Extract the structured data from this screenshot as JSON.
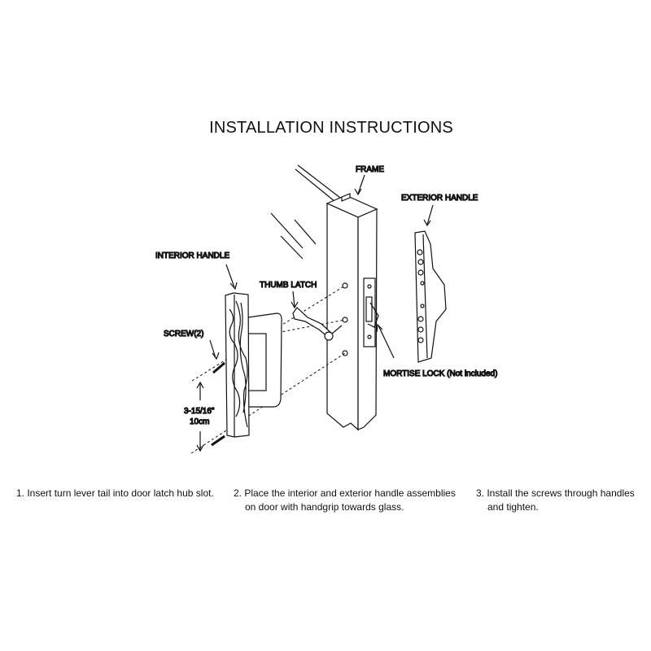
{
  "title": "INSTALLATION INSTRUCTIONS",
  "labels": {
    "frame": "FRAME",
    "exterior_handle": "EXTERIOR HANDLE",
    "interior_handle": "INTERIOR HANDLE",
    "thumb_latch": "THUMB LATCH",
    "screw": "SCREW(2)",
    "dimension_in": "3-15/16\"",
    "dimension_cm": "10cm",
    "mortise_lock": "MORTISE LOCK (Not included)"
  },
  "steps": [
    {
      "line1": "1. Insert turn lever tail into door latch hub slot.",
      "line2": ""
    },
    {
      "line1": "2. Place the interior and exterior handle assemblies",
      "line2": "on door with handgrip towards glass."
    },
    {
      "line1": "3. Install the screws through handles",
      "line2": "and tighten."
    }
  ]
}
